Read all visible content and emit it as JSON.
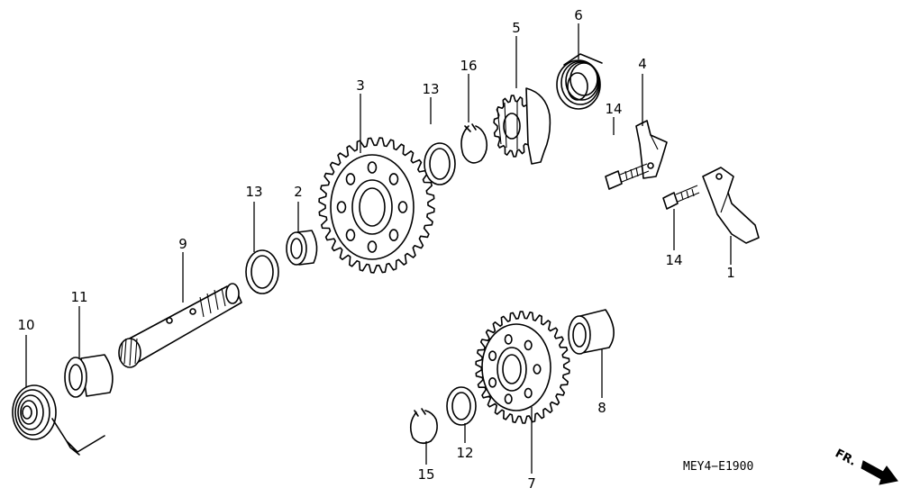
{
  "diagram_code": "MEY4−E1900",
  "front_indicator": "FR.",
  "callouts": [
    {
      "id": "1",
      "label": "1"
    },
    {
      "id": "2",
      "label": "2"
    },
    {
      "id": "3",
      "label": "3"
    },
    {
      "id": "4",
      "label": "4"
    },
    {
      "id": "5",
      "label": "5"
    },
    {
      "id": "6",
      "label": "6"
    },
    {
      "id": "7",
      "label": "7"
    },
    {
      "id": "8",
      "label": "8"
    },
    {
      "id": "9",
      "label": "9"
    },
    {
      "id": "10",
      "label": "10"
    },
    {
      "id": "11",
      "label": "11"
    },
    {
      "id": "12",
      "label": "12"
    },
    {
      "id": "13a",
      "label": "13"
    },
    {
      "id": "13b",
      "label": "13"
    },
    {
      "id": "14a",
      "label": "14"
    },
    {
      "id": "14b",
      "label": "14"
    },
    {
      "id": "15",
      "label": "15"
    },
    {
      "id": "16",
      "label": "16"
    }
  ]
}
